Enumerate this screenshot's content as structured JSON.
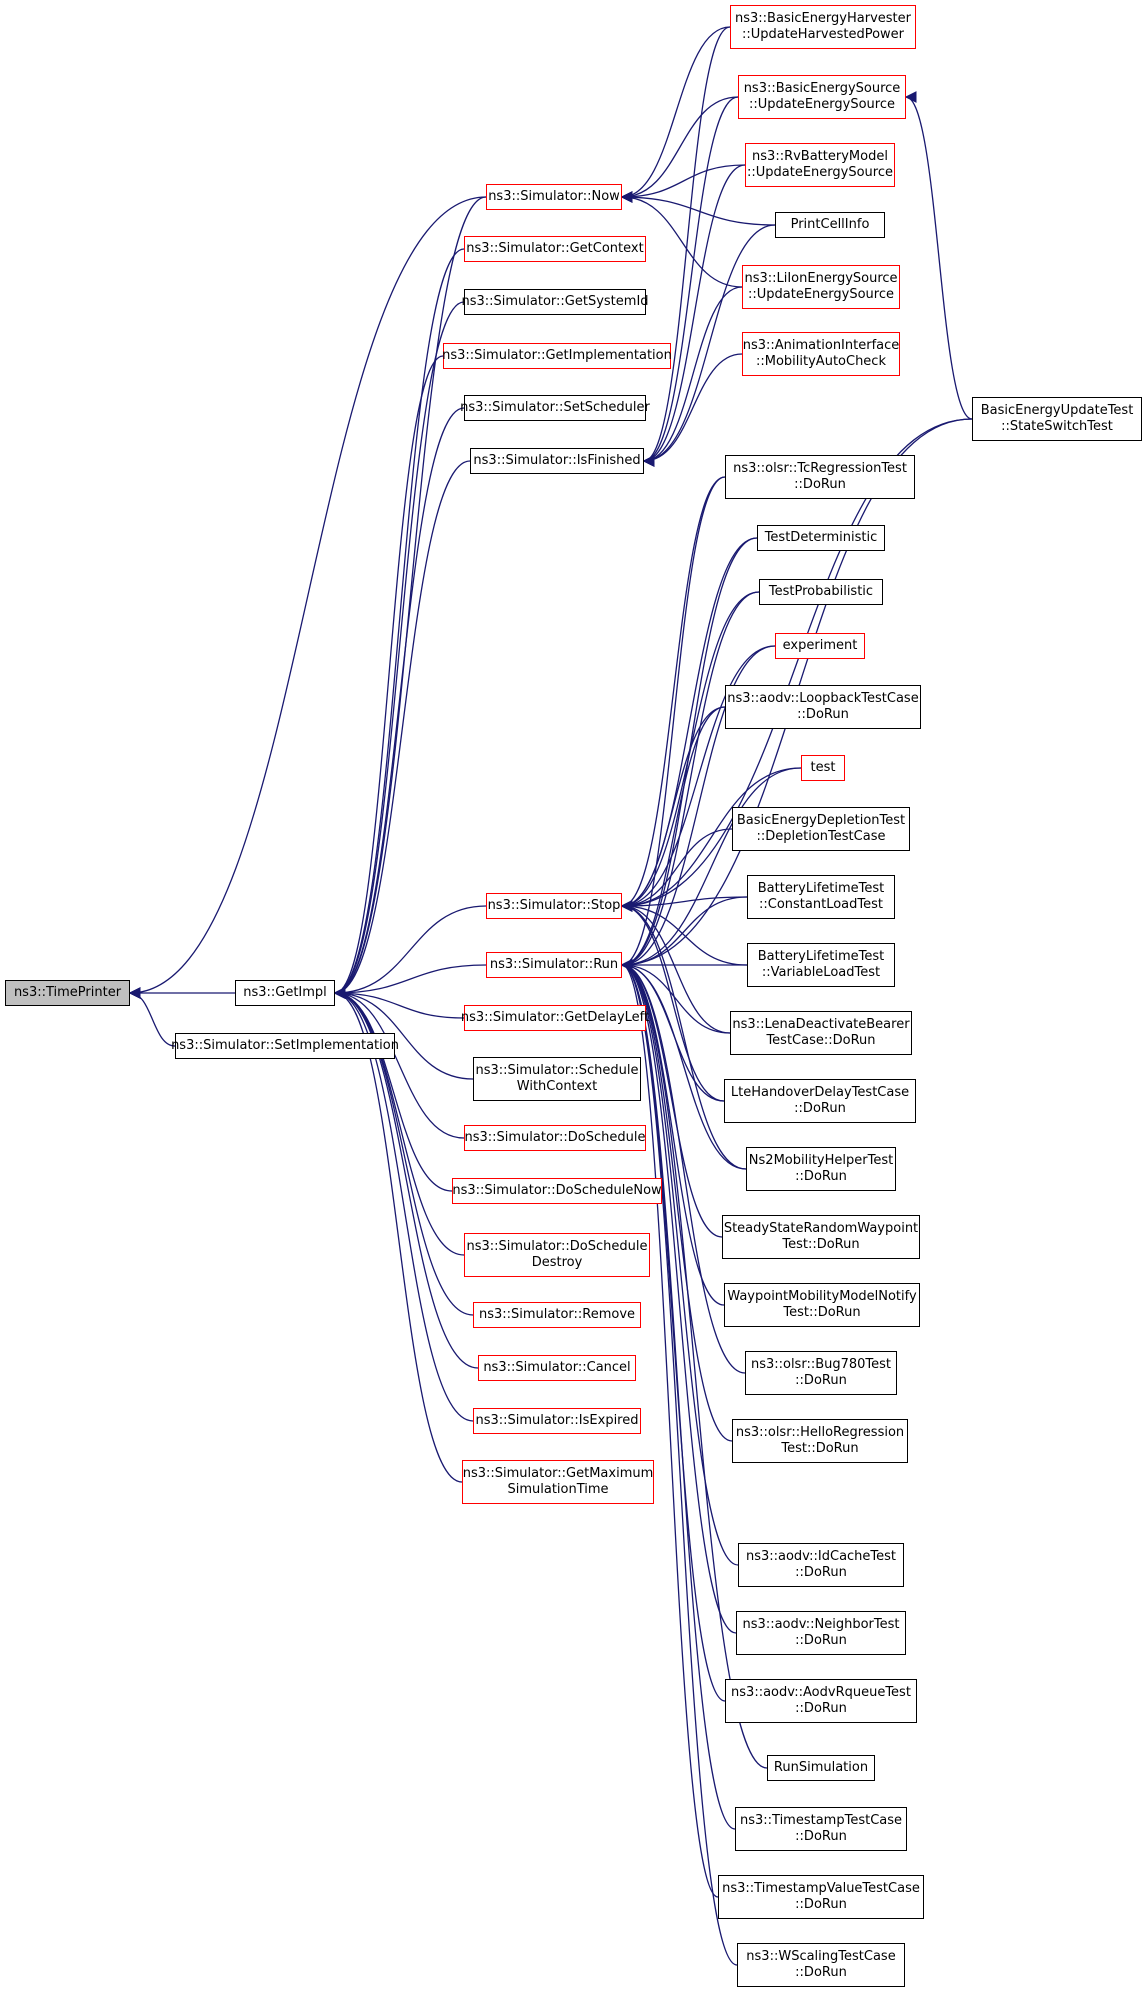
{
  "colors": {
    "edge": "#191970",
    "border_black": "#000000",
    "border_red": "#ff0000",
    "root_fill": "#bfbfbf"
  },
  "nodes": [
    {
      "id": "timeprinter",
      "lines": [
        "ns3::TimePrinter"
      ],
      "style": "root"
    },
    {
      "id": "getimpl",
      "lines": [
        "ns3::GetImpl"
      ],
      "style": "black"
    },
    {
      "id": "setimplementation",
      "lines": [
        "ns3::Simulator::SetImplementation"
      ],
      "style": "black"
    },
    {
      "id": "now",
      "lines": [
        "ns3::Simulator::Now"
      ],
      "style": "red"
    },
    {
      "id": "getcontext",
      "lines": [
        "ns3::Simulator::GetContext"
      ],
      "style": "red"
    },
    {
      "id": "getsystemid",
      "lines": [
        "ns3::Simulator::GetSystemId"
      ],
      "style": "black"
    },
    {
      "id": "getimplementation",
      "lines": [
        "ns3::Simulator::GetImplementation"
      ],
      "style": "red"
    },
    {
      "id": "setscheduler",
      "lines": [
        "ns3::Simulator::SetScheduler"
      ],
      "style": "black"
    },
    {
      "id": "isfinished",
      "lines": [
        "ns3::Simulator::IsFinished"
      ],
      "style": "black"
    },
    {
      "id": "stop",
      "lines": [
        "ns3::Simulator::Stop"
      ],
      "style": "red"
    },
    {
      "id": "run",
      "lines": [
        "ns3::Simulator::Run"
      ],
      "style": "red"
    },
    {
      "id": "getdelayleft",
      "lines": [
        "ns3::Simulator::GetDelayLeft"
      ],
      "style": "red"
    },
    {
      "id": "schedulewithcontext",
      "lines": [
        "ns3::Simulator::Schedule",
        "WithContext"
      ],
      "style": "black"
    },
    {
      "id": "doschedule",
      "lines": [
        "ns3::Simulator::DoSchedule"
      ],
      "style": "red"
    },
    {
      "id": "doschedulenow",
      "lines": [
        "ns3::Simulator::DoScheduleNow"
      ],
      "style": "red"
    },
    {
      "id": "doscheduledestroy",
      "lines": [
        "ns3::Simulator::DoSchedule",
        "Destroy"
      ],
      "style": "red"
    },
    {
      "id": "remove",
      "lines": [
        "ns3::Simulator::Remove"
      ],
      "style": "red"
    },
    {
      "id": "cancel",
      "lines": [
        "ns3::Simulator::Cancel"
      ],
      "style": "red"
    },
    {
      "id": "isexpired",
      "lines": [
        "ns3::Simulator::IsExpired"
      ],
      "style": "red"
    },
    {
      "id": "getmaxsimtime",
      "lines": [
        "ns3::Simulator::GetMaximum",
        "SimulationTime"
      ],
      "style": "red"
    },
    {
      "id": "harvester",
      "lines": [
        "ns3::BasicEnergyHarvester",
        "::UpdateHarvestedPower"
      ],
      "style": "red"
    },
    {
      "id": "basicsource",
      "lines": [
        "ns3::BasicEnergySource",
        "::UpdateEnergySource"
      ],
      "style": "red"
    },
    {
      "id": "rvbattery",
      "lines": [
        "ns3::RvBatteryModel",
        "::UpdateEnergySource"
      ],
      "style": "red"
    },
    {
      "id": "printcellinfo",
      "lines": [
        "PrintCellInfo"
      ],
      "style": "black"
    },
    {
      "id": "lion",
      "lines": [
        "ns3::LiIonEnergySource",
        "::UpdateEnergySource"
      ],
      "style": "red"
    },
    {
      "id": "animation",
      "lines": [
        "ns3::AnimationInterface",
        "::MobilityAutoCheck"
      ],
      "style": "red"
    },
    {
      "id": "beut",
      "lines": [
        "BasicEnergyUpdateTest",
        "::StateSwitchTest"
      ],
      "style": "black"
    },
    {
      "id": "olsrtc",
      "lines": [
        "ns3::olsr::TcRegressionTest",
        "::DoRun"
      ],
      "style": "black"
    },
    {
      "id": "testdet",
      "lines": [
        "TestDeterministic"
      ],
      "style": "black"
    },
    {
      "id": "testprob",
      "lines": [
        "TestProbabilistic"
      ],
      "style": "black"
    },
    {
      "id": "experiment",
      "lines": [
        "experiment"
      ],
      "style": "red"
    },
    {
      "id": "aodvloop",
      "lines": [
        "ns3::aodv::LoopbackTestCase",
        "::DoRun"
      ],
      "style": "black"
    },
    {
      "id": "test",
      "lines": [
        "test"
      ],
      "style": "red"
    },
    {
      "id": "bedt",
      "lines": [
        "BasicEnergyDepletionTest",
        "::DepletionTestCase"
      ],
      "style": "black"
    },
    {
      "id": "bltconst",
      "lines": [
        "BatteryLifetimeTest",
        "::ConstantLoadTest"
      ],
      "style": "black"
    },
    {
      "id": "bltvar",
      "lines": [
        "BatteryLifetimeTest",
        "::VariableLoadTest"
      ],
      "style": "black"
    },
    {
      "id": "lena",
      "lines": [
        "ns3::LenaDeactivateBearer",
        "TestCase::DoRun"
      ],
      "style": "black"
    },
    {
      "id": "ltehandover",
      "lines": [
        "LteHandoverDelayTestCase",
        "::DoRun"
      ],
      "style": "black"
    },
    {
      "id": "ns2mob",
      "lines": [
        "Ns2MobilityHelperTest",
        "::DoRun"
      ],
      "style": "black"
    },
    {
      "id": "steadystate",
      "lines": [
        "SteadyStateRandomWaypoint",
        "Test::DoRun"
      ],
      "style": "black"
    },
    {
      "id": "waypoint",
      "lines": [
        "WaypointMobilityModelNotify",
        "Test::DoRun"
      ],
      "style": "black"
    },
    {
      "id": "olsrbug",
      "lines": [
        "ns3::olsr::Bug780Test",
        "::DoRun"
      ],
      "style": "black"
    },
    {
      "id": "olsrhello",
      "lines": [
        "ns3::olsr::HelloRegression",
        "Test::DoRun"
      ],
      "style": "black"
    },
    {
      "id": "aodvidcache",
      "lines": [
        "ns3::aodv::IdCacheTest",
        "::DoRun"
      ],
      "style": "black"
    },
    {
      "id": "aodvneighbor",
      "lines": [
        "ns3::aodv::NeighborTest",
        "::DoRun"
      ],
      "style": "black"
    },
    {
      "id": "aodvrqueue",
      "lines": [
        "ns3::aodv::AodvRqueueTest",
        "::DoRun"
      ],
      "style": "black"
    },
    {
      "id": "runsim",
      "lines": [
        "RunSimulation"
      ],
      "style": "black"
    },
    {
      "id": "timestamp",
      "lines": [
        "ns3::TimestampTestCase",
        "::DoRun"
      ],
      "style": "black"
    },
    {
      "id": "timestampvalue",
      "lines": [
        "ns3::TimestampValueTestCase",
        "::DoRun"
      ],
      "style": "black"
    },
    {
      "id": "wscaling",
      "lines": [
        "ns3::WScalingTestCase",
        "::DoRun"
      ],
      "style": "black"
    }
  ],
  "edges": [
    [
      "getimpl",
      "timeprinter"
    ],
    [
      "setimplementation",
      "timeprinter"
    ],
    [
      "now",
      "timeprinter"
    ],
    [
      "now",
      "getimpl"
    ],
    [
      "getcontext",
      "getimpl"
    ],
    [
      "getsystemid",
      "getimpl"
    ],
    [
      "getimplementation",
      "getimpl"
    ],
    [
      "setscheduler",
      "getimpl"
    ],
    [
      "isfinished",
      "getimpl"
    ],
    [
      "stop",
      "getimpl"
    ],
    [
      "run",
      "getimpl"
    ],
    [
      "getdelayleft",
      "getimpl"
    ],
    [
      "schedulewithcontext",
      "getimpl"
    ],
    [
      "doschedule",
      "getimpl"
    ],
    [
      "doschedulenow",
      "getimpl"
    ],
    [
      "doscheduledestroy",
      "getimpl"
    ],
    [
      "remove",
      "getimpl"
    ],
    [
      "cancel",
      "getimpl"
    ],
    [
      "isexpired",
      "getimpl"
    ],
    [
      "getmaxsimtime",
      "getimpl"
    ],
    [
      "harvester",
      "now"
    ],
    [
      "basicsource",
      "now"
    ],
    [
      "rvbattery",
      "now"
    ],
    [
      "printcellinfo",
      "now"
    ],
    [
      "lion",
      "now"
    ],
    [
      "harvester",
      "isfinished"
    ],
    [
      "basicsource",
      "isfinished"
    ],
    [
      "rvbattery",
      "isfinished"
    ],
    [
      "printcellinfo",
      "isfinished"
    ],
    [
      "lion",
      "isfinished"
    ],
    [
      "animation",
      "isfinished"
    ],
    [
      "beut",
      "basicsource"
    ],
    [
      "beut",
      "stop"
    ],
    [
      "olsrtc",
      "stop"
    ],
    [
      "testdet",
      "stop"
    ],
    [
      "testprob",
      "stop"
    ],
    [
      "experiment",
      "stop"
    ],
    [
      "aodvloop",
      "stop"
    ],
    [
      "test",
      "stop"
    ],
    [
      "bedt",
      "stop"
    ],
    [
      "bltconst",
      "stop"
    ],
    [
      "bltvar",
      "stop"
    ],
    [
      "lena",
      "stop"
    ],
    [
      "ltehandover",
      "stop"
    ],
    [
      "ns2mob",
      "stop"
    ],
    [
      "olsrtc",
      "run"
    ],
    [
      "testdet",
      "run"
    ],
    [
      "testprob",
      "run"
    ],
    [
      "experiment",
      "run"
    ],
    [
      "aodvloop",
      "run"
    ],
    [
      "test",
      "run"
    ],
    [
      "bltconst",
      "run"
    ],
    [
      "bltvar",
      "run"
    ],
    [
      "lena",
      "run"
    ],
    [
      "ltehandover",
      "run"
    ],
    [
      "ns2mob",
      "run"
    ],
    [
      "steadystate",
      "run"
    ],
    [
      "waypoint",
      "run"
    ],
    [
      "olsrbug",
      "run"
    ],
    [
      "olsrhello",
      "run"
    ],
    [
      "beut",
      "run"
    ],
    [
      "aodvidcache",
      "run"
    ],
    [
      "aodvneighbor",
      "run"
    ],
    [
      "aodvrqueue",
      "run"
    ],
    [
      "runsim",
      "run"
    ],
    [
      "timestamp",
      "run"
    ],
    [
      "timestampvalue",
      "run"
    ],
    [
      "wscaling",
      "run"
    ]
  ]
}
